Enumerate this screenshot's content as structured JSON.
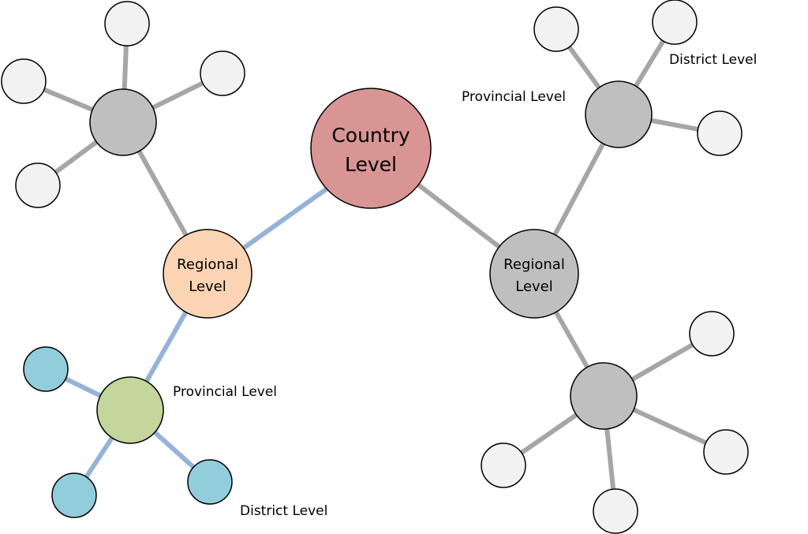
{
  "colors": {
    "country_fill": "#d99594",
    "regional_left_fill": "#fbd4b4",
    "gray_node_fill": "#bfbfbf",
    "light_node_fill": "#f2f2f2",
    "provincial_left_fill": "#c3d69b",
    "district_left_fill": "#92cddc",
    "edge_gray": "#a6a6a6",
    "edge_blue": "#95b3d7",
    "outline": "#000000"
  },
  "nodes": {
    "country": {
      "line1": "Country",
      "line2": "Level"
    },
    "regional_left": {
      "line1": "Regional",
      "line2": "Level"
    },
    "regional_right": {
      "line1": "Regional",
      "line2": "Level"
    }
  },
  "labels": {
    "provincial_left": "Provincial Level",
    "district_left": "District Level",
    "provincial_right_top": "Provincial Level",
    "district_right_top": "District Level"
  }
}
